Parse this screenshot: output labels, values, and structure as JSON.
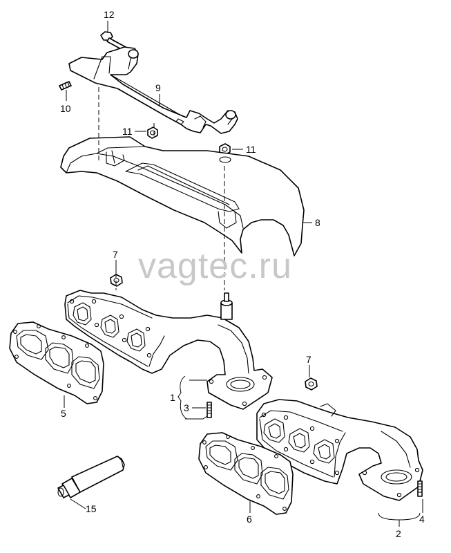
{
  "watermark": "vagtec.ru",
  "callouts": {
    "c1": "1",
    "c2": "2",
    "c3": "3",
    "c4": "4",
    "c5": "5",
    "c6": "6",
    "c7a": "7",
    "c7b": "7",
    "c8": "8",
    "c9": "9",
    "c10": "10",
    "c11a": "11",
    "c11b": "11",
    "c12": "12",
    "c15": "15"
  },
  "colors": {
    "line": "#000000",
    "watermark": "#c8c8c8",
    "background": "#ffffff"
  }
}
